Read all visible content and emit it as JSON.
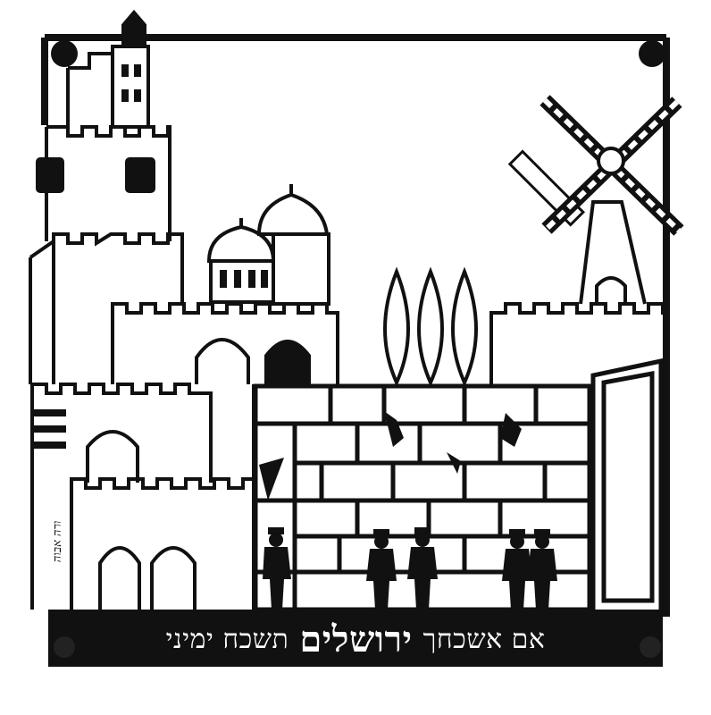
{
  "artwork": {
    "inscription": {
      "lead": "אם אשכחך",
      "emphasis": "ירושלים",
      "tail": "תשכח ימיני"
    },
    "signature": "ורה אבוה",
    "colors": {
      "metal": "#111111",
      "background": "#ffffff"
    }
  }
}
